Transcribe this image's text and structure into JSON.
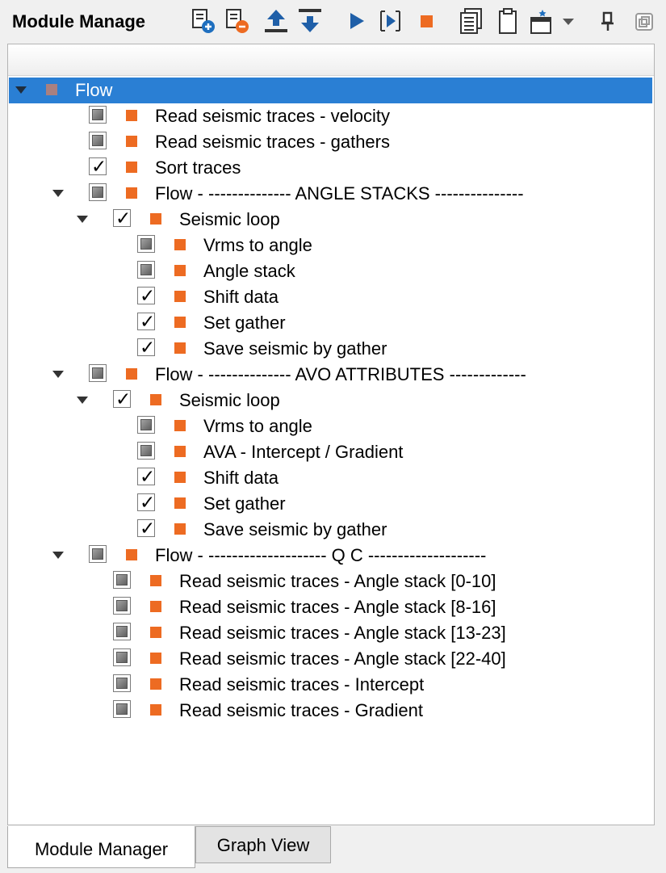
{
  "header": {
    "title": "Module Manage",
    "toolbar": [
      {
        "icon": "add-module-icon"
      },
      {
        "icon": "remove-module-icon"
      },
      {
        "icon": "move-up-icon"
      },
      {
        "icon": "move-down-icon"
      },
      {
        "icon": "run-icon"
      },
      {
        "icon": "run-step-icon"
      },
      {
        "icon": "stop-icon"
      },
      {
        "icon": "list-view-icon"
      },
      {
        "icon": "clipboard-icon"
      },
      {
        "icon": "window-options-icon"
      },
      {
        "icon": "dropdown-arrow-icon"
      },
      {
        "icon": "pin-icon"
      },
      {
        "icon": "float-window-icon"
      }
    ]
  },
  "tree": [
    {
      "label": "Flow",
      "level": 0,
      "expander": true,
      "checkbox": "none",
      "square": "gray",
      "selected": true
    },
    {
      "label": "Read seismic traces - velocity",
      "level": 1,
      "expander": false,
      "checkbox": "unchecked",
      "square": "orange"
    },
    {
      "label": "Read seismic traces - gathers",
      "level": 1,
      "expander": false,
      "checkbox": "unchecked",
      "square": "orange"
    },
    {
      "label": "Sort traces",
      "level": 1,
      "expander": false,
      "checkbox": "checked",
      "square": "orange"
    },
    {
      "label": "Flow - -------------- ANGLE STACKS ---------------",
      "level": 1,
      "expander": true,
      "checkbox": "unchecked",
      "square": "orange"
    },
    {
      "label": "Seismic loop",
      "level": 2,
      "expander": true,
      "checkbox": "checked",
      "square": "orange"
    },
    {
      "label": "Vrms to angle",
      "level": 3,
      "expander": false,
      "checkbox": "unchecked",
      "square": "orange"
    },
    {
      "label": "Angle stack",
      "level": 3,
      "expander": false,
      "checkbox": "unchecked",
      "square": "orange"
    },
    {
      "label": "Shift data",
      "level": 3,
      "expander": false,
      "checkbox": "checked",
      "square": "orange"
    },
    {
      "label": "Set gather",
      "level": 3,
      "expander": false,
      "checkbox": "checked",
      "square": "orange"
    },
    {
      "label": "Save seismic by gather",
      "level": 3,
      "expander": false,
      "checkbox": "checked",
      "square": "orange"
    },
    {
      "label": "Flow - -------------- AVO ATTRIBUTES -------------",
      "level": 1,
      "expander": true,
      "checkbox": "unchecked",
      "square": "orange"
    },
    {
      "label": "Seismic loop",
      "level": 2,
      "expander": true,
      "checkbox": "checked",
      "square": "orange"
    },
    {
      "label": "Vrms to angle",
      "level": 3,
      "expander": false,
      "checkbox": "unchecked",
      "square": "orange"
    },
    {
      "label": "AVA - Intercept / Gradient",
      "level": 3,
      "expander": false,
      "checkbox": "unchecked",
      "square": "orange"
    },
    {
      "label": "Shift data",
      "level": 3,
      "expander": false,
      "checkbox": "checked",
      "square": "orange"
    },
    {
      "label": "Set gather",
      "level": 3,
      "expander": false,
      "checkbox": "checked",
      "square": "orange"
    },
    {
      "label": "Save seismic by gather",
      "level": 3,
      "expander": false,
      "checkbox": "checked",
      "square": "orange"
    },
    {
      "label": "Flow - -------------------- Q C --------------------",
      "level": 1,
      "expander": true,
      "checkbox": "unchecked",
      "square": "orange"
    },
    {
      "label": "Read seismic traces - Angle stack [0-10]",
      "level": 2,
      "expander": false,
      "checkbox": "unchecked",
      "square": "orange"
    },
    {
      "label": "Read seismic traces - Angle stack [8-16]",
      "level": 2,
      "expander": false,
      "checkbox": "unchecked",
      "square": "orange"
    },
    {
      "label": "Read seismic traces - Angle stack [13-23]",
      "level": 2,
      "expander": false,
      "checkbox": "unchecked",
      "square": "orange"
    },
    {
      "label": "Read seismic traces - Angle stack [22-40]",
      "level": 2,
      "expander": false,
      "checkbox": "unchecked",
      "square": "orange"
    },
    {
      "label": "Read seismic traces - Intercept",
      "level": 2,
      "expander": false,
      "checkbox": "unchecked",
      "square": "orange"
    },
    {
      "label": "Read seismic traces - Gradient",
      "level": 2,
      "expander": false,
      "checkbox": "unchecked",
      "square": "orange"
    }
  ],
  "tabs": [
    {
      "label": "Module Manager",
      "active": true
    },
    {
      "label": "Graph View",
      "active": false
    }
  ],
  "colors": {
    "selection": "#2a7fd4",
    "module_square": "#ed6b22",
    "flow_square": "#a98080",
    "icon_blue": "#1f5fa8"
  }
}
